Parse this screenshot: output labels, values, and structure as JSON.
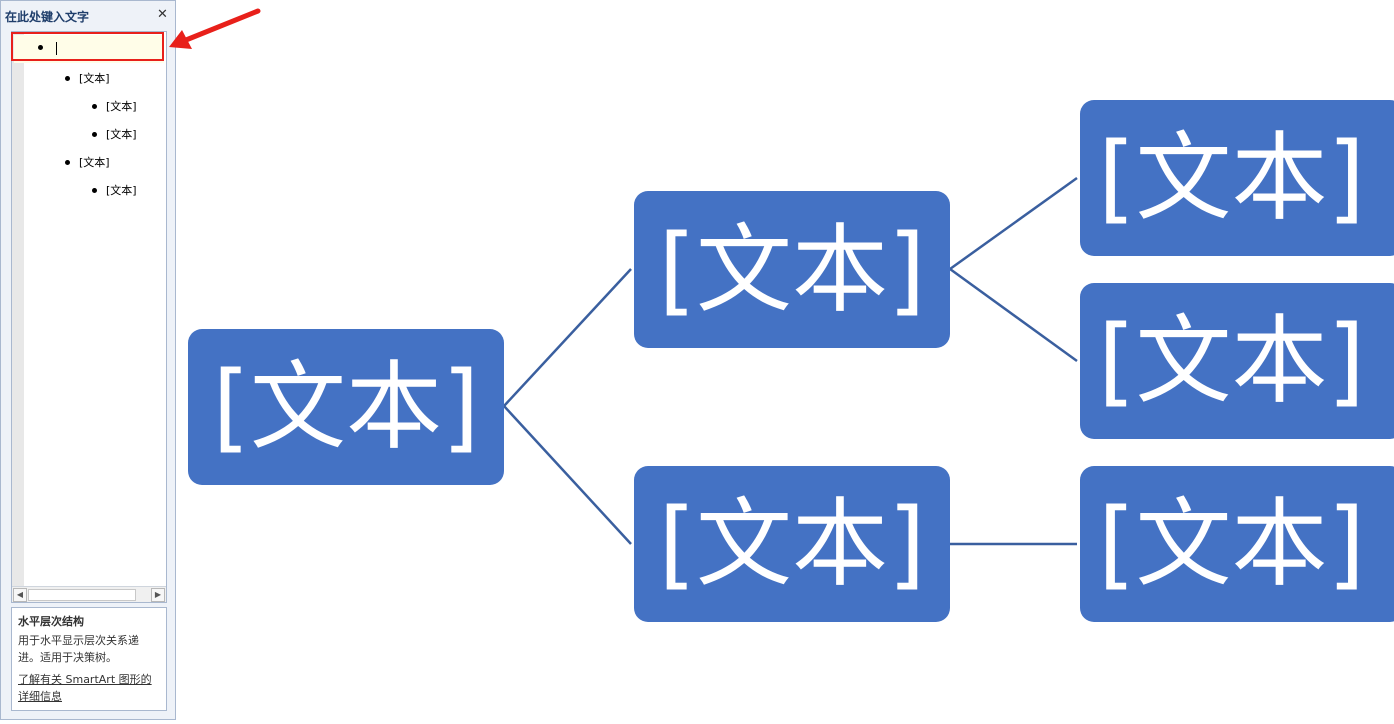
{
  "text_pane": {
    "title": "在此处键入文字",
    "close_glyph": "✕",
    "items": [
      {
        "level": 1,
        "text": ""
      },
      {
        "level": 2,
        "text": "[文本]"
      },
      {
        "level": 3,
        "text": "[文本]"
      },
      {
        "level": 3,
        "text": "[文本]"
      },
      {
        "level": 2,
        "text": "[文本]"
      },
      {
        "level": 3,
        "text": "[文本]"
      }
    ],
    "scroll_left": "◀",
    "scroll_right": "▶",
    "description": {
      "title": "水平层次结构",
      "text": "用于水平显示层次关系递进。适用于决策树。",
      "link": "了解有关 SmartArt 图形的详细信息"
    }
  },
  "diagram": {
    "root": "[文本]",
    "level2": [
      "[文本]",
      "[文本]"
    ],
    "level3": [
      "[文本]",
      "[文本]",
      "[文本]"
    ]
  },
  "colors": {
    "node_fill": "#4472c4",
    "connector": "#3a5f9f",
    "highlight": "#e8201a"
  }
}
